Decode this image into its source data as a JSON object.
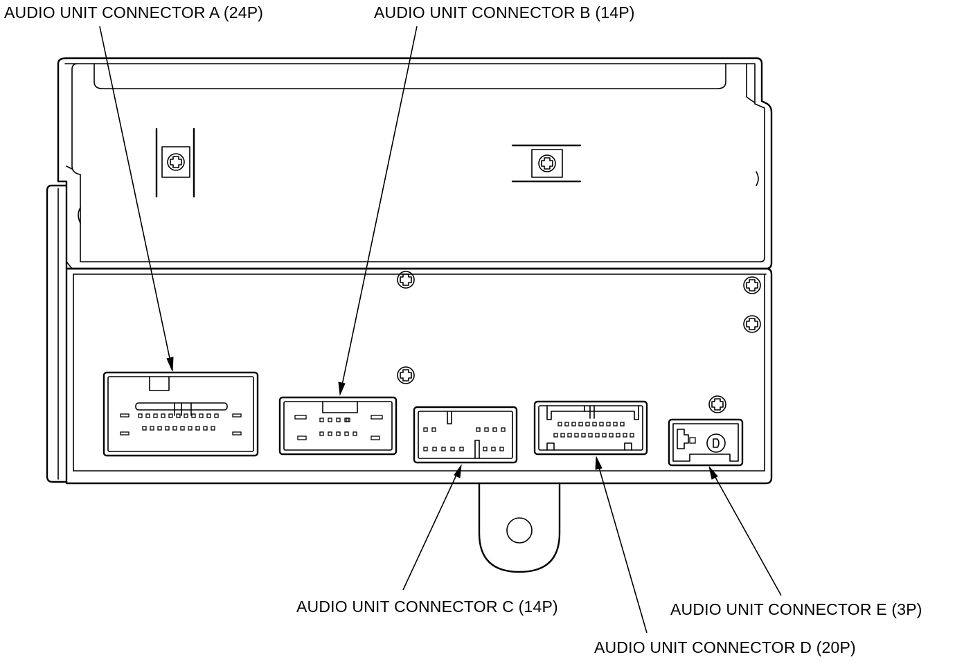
{
  "labels": {
    "connector_a": "AUDIO UNIT CONNECTOR A (24P)",
    "connector_b": "AUDIO UNIT CONNECTOR B (14P)",
    "connector_c": "AUDIO UNIT CONNECTOR C (14P)",
    "connector_d": "AUDIO UNIT CONNECTOR D (20P)",
    "connector_e": "AUDIO UNIT CONNECTOR E (3P)"
  }
}
